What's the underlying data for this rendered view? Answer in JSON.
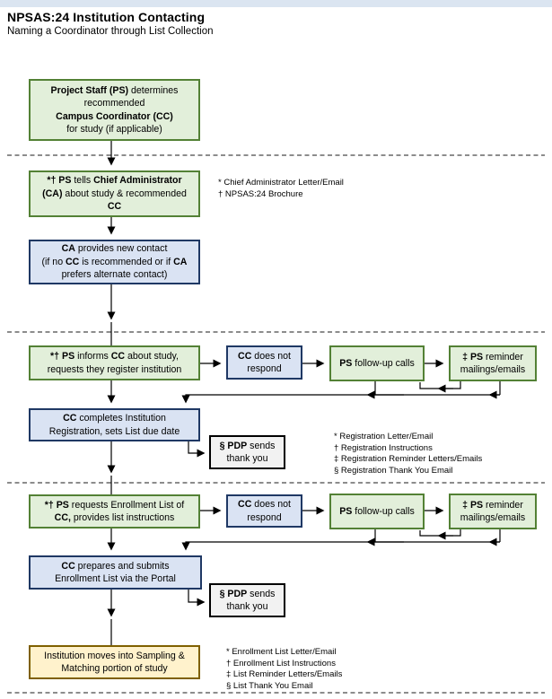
{
  "header": {
    "title": "NPSAS:24 Institution Contacting",
    "subtitle": "Naming a Coordinator through List Collection"
  },
  "colors": {
    "top_band": "#dbe5f1",
    "green_fill": "#e2efda",
    "green_border": "#538135",
    "blue_fill": "#dae3f3",
    "blue_border": "#1f3864",
    "grey_fill": "#f2f2f2",
    "grey_border": "#000000",
    "tan_fill": "#fff2cc",
    "tan_border": "#7f6000",
    "connector": "#000000"
  },
  "boxes": {
    "ps_determines": {
      "lines": [
        [
          {
            "t": "Project Staff (PS)",
            "b": true
          },
          {
            "t": " determines"
          }
        ],
        [
          {
            "t": "recommended"
          }
        ],
        [
          {
            "t": "Campus Coordinator (CC)",
            "b": true
          }
        ],
        [
          {
            "t": "for study (if applicable)"
          }
        ]
      ]
    },
    "ps_tells_ca": {
      "lines": [
        [
          {
            "t": "*† PS",
            "b": true
          },
          {
            "t": " tells "
          },
          {
            "t": "Chief Administrator",
            "b": true
          }
        ],
        [
          {
            "t": "(CA)",
            "b": true
          },
          {
            "t": " about study & recommended"
          }
        ],
        [
          {
            "t": "CC",
            "b": true
          }
        ]
      ]
    },
    "ca_provides": {
      "lines": [
        [
          {
            "t": "CA",
            "b": true
          },
          {
            "t": " provides new contact"
          }
        ],
        [
          {
            "t": "(if no "
          },
          {
            "t": "CC",
            "b": true
          },
          {
            "t": " is recommended or if "
          },
          {
            "t": "CA",
            "b": true
          }
        ],
        [
          {
            "t": "prefers alternate contact)"
          }
        ]
      ]
    },
    "ps_informs_cc": {
      "lines": [
        [
          {
            "t": "*† PS",
            "b": true
          },
          {
            "t": " informs "
          },
          {
            "t": "CC",
            "b": true
          },
          {
            "t": " about study,"
          }
        ],
        [
          {
            "t": "requests they register institution"
          }
        ]
      ]
    },
    "cc_does_not_respond": {
      "lines": [
        [
          {
            "t": "CC",
            "b": true
          },
          {
            "t": " does not"
          }
        ],
        [
          {
            "t": "respond"
          }
        ]
      ]
    },
    "ps_follow_up": {
      "lines": [
        [
          {
            "t": "PS",
            "b": true
          },
          {
            "t": " follow-up calls"
          }
        ]
      ]
    },
    "ps_reminder": {
      "lines": [
        [
          {
            "t": "‡ PS",
            "b": true
          },
          {
            "t": " reminder"
          }
        ],
        [
          {
            "t": "mailings/emails"
          }
        ]
      ]
    },
    "cc_completes": {
      "lines": [
        [
          {
            "t": "CC",
            "b": true
          },
          {
            "t": " completes Institution"
          }
        ],
        [
          {
            "t": "Registration, sets List due date"
          }
        ]
      ]
    },
    "pdp_thank_you": {
      "lines": [
        [
          {
            "t": "§ PDP",
            "b": true
          },
          {
            "t": " sends"
          }
        ],
        [
          {
            "t": "thank you"
          }
        ]
      ]
    },
    "ps_requests_list": {
      "lines": [
        [
          {
            "t": "*† PS",
            "b": true
          },
          {
            "t": " requests Enrollment List of"
          }
        ],
        [
          {
            "t": "CC,",
            "b": true
          },
          {
            "t": " provides list instructions"
          }
        ]
      ]
    },
    "cc_prepares": {
      "lines": [
        [
          {
            "t": "CC",
            "b": true
          },
          {
            "t": " prepares and submits"
          }
        ],
        [
          {
            "t": "Enrollment List via the Portal"
          }
        ]
      ]
    },
    "institution_moves": {
      "lines": [
        [
          {
            "t": "Institution moves into Sampling &"
          }
        ],
        [
          {
            "t": "Matching portion of study"
          }
        ]
      ]
    }
  },
  "footnotes": {
    "contact": [
      "* Chief Administrator Letter/Email",
      "† NPSAS:24 Brochure"
    ],
    "registration": [
      "* Registration Letter/Email",
      "† Registration Instructions",
      "‡ Registration Reminder Letters/Emails",
      "§ Registration Thank You Email"
    ],
    "enrollment": [
      "* Enrollment List Letter/Email",
      "† Enrollment List Instructions",
      "‡ List Reminder Letters/Emails",
      "§ List Thank You Email"
    ]
  }
}
